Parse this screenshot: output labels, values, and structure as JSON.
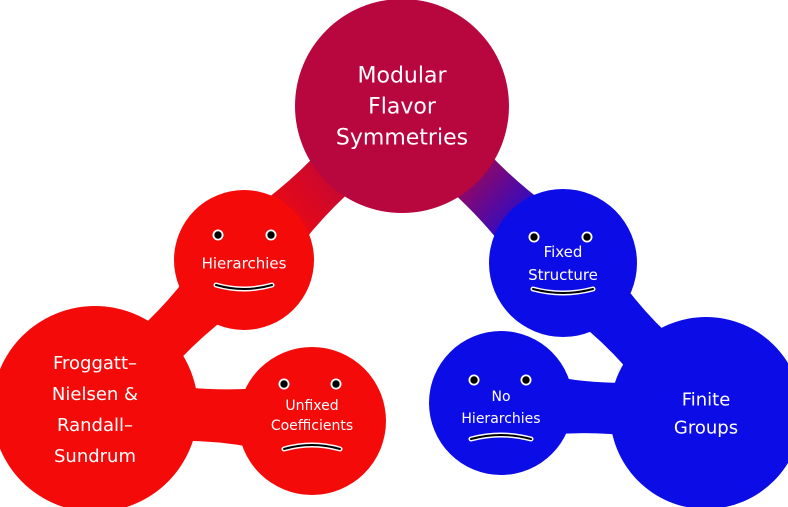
{
  "diagram": {
    "colors": {
      "root": "#b8063f",
      "red": "#f50a0a",
      "blue": "#0c0ce6",
      "text": "#ffffff"
    },
    "nodes": {
      "root": {
        "lines": [
          "Modular",
          "Flavor",
          "Symmetries"
        ],
        "color": "root"
      },
      "hierarchies": {
        "lines": [
          "Hierarchies"
        ],
        "color": "red",
        "face": "happy"
      },
      "froggatt": {
        "lines": [
          "Froggatt–",
          "Nielsen &",
          "Randall–",
          "Sundrum"
        ],
        "color": "red"
      },
      "unfixed": {
        "lines": [
          "Unfixed",
          "Coefficients"
        ],
        "color": "red",
        "face": "sad"
      },
      "fixed": {
        "lines": [
          "Fixed",
          "Structure"
        ],
        "color": "blue",
        "face": "happy"
      },
      "no_hierarchies": {
        "lines": [
          "No",
          "Hierarchies"
        ],
        "color": "blue",
        "face": "sad"
      },
      "finite": {
        "lines": [
          "Finite",
          "Groups"
        ],
        "color": "blue"
      }
    },
    "edges": [
      {
        "from": "root",
        "to": "hierarchies"
      },
      {
        "from": "root",
        "to": "fixed"
      },
      {
        "from": "hierarchies",
        "to": "froggatt"
      },
      {
        "from": "froggatt",
        "to": "unfixed"
      },
      {
        "from": "fixed",
        "to": "finite"
      },
      {
        "from": "finite",
        "to": "no_hierarchies"
      }
    ]
  }
}
